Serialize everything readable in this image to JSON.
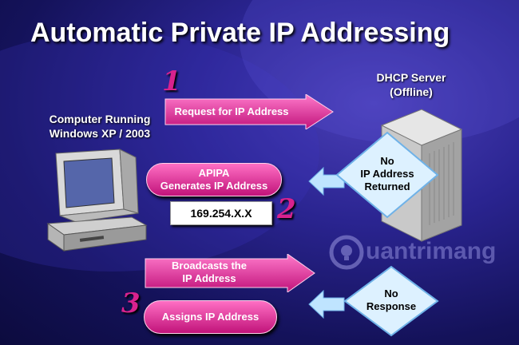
{
  "title": "Automatic Private IP Addressing",
  "computer_label": [
    "Computer Running",
    "Windows XP / 2003"
  ],
  "server_label": [
    "DHCP Server",
    "(Offline)"
  ],
  "steps": {
    "step1": "1",
    "step2": "2",
    "step3": "3"
  },
  "arrows": {
    "request": "Request for IP Address",
    "broadcast": [
      "Broadcasts the",
      "IP Address"
    ]
  },
  "pills": {
    "apipa": [
      "APIPA",
      "Generates IP Address"
    ],
    "assign": "Assigns IP Address"
  },
  "ip_box": "169.254.X.X",
  "diamonds": {
    "no_ip": [
      "No",
      "IP Address",
      "Returned"
    ],
    "no_response": [
      "No",
      "Response"
    ]
  },
  "watermark": "uantrimang",
  "colors": {
    "accent_magenta": "#d8228e",
    "arrow_blue": "#9fd6ff",
    "background": "#1b1870"
  }
}
